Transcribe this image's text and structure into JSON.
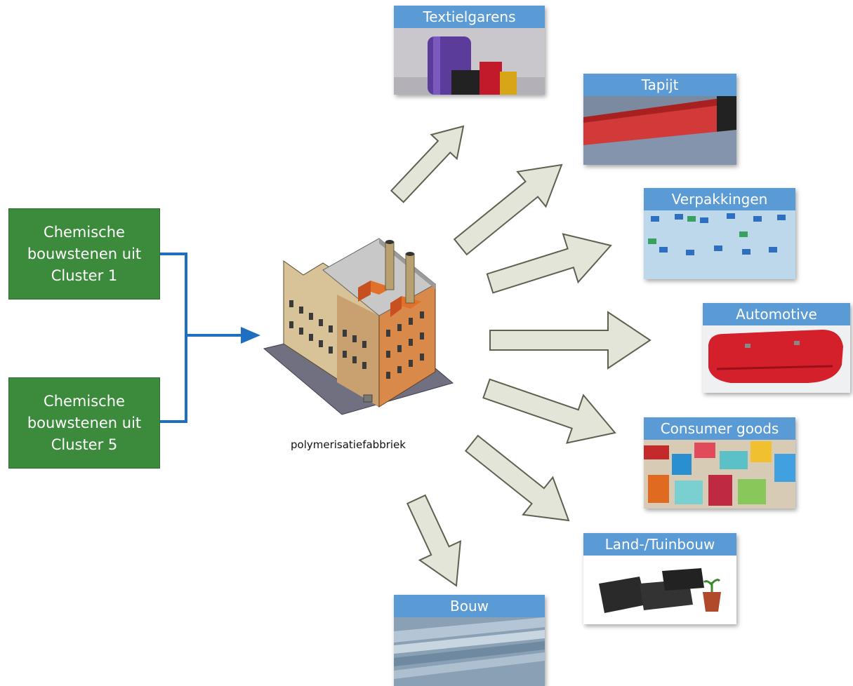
{
  "sources": [
    {
      "label": "Chemische\nbouwstenen uit\nCluster 1",
      "color": "#3c8b3c"
    },
    {
      "label": "Chemische\nbouwstenen uit\nCluster 5",
      "color": "#3c8b3c"
    }
  ],
  "center": {
    "label": "polymerisatiefabbriek",
    "icon": "factory-icon"
  },
  "products": [
    {
      "label": "Textielgarens",
      "icon": "thread-spools-image"
    },
    {
      "label": "Tapijt",
      "icon": "carpet-rolls-image"
    },
    {
      "label": "Verpakkingen",
      "icon": "plastic-bottles-image"
    },
    {
      "label": "Automotive",
      "icon": "car-bumper-image"
    },
    {
      "label": "Consumer goods",
      "icon": "plastic-containers-image"
    },
    {
      "label": "Land-/Tuinbouw",
      "icon": "crates-and-pot-image"
    },
    {
      "label": "Bouw",
      "icon": "building-sheets-image"
    }
  ],
  "colors": {
    "source_box": "#3c8b3c",
    "connector": "#1f6fc0",
    "arrow_fill": "#e3e5d8",
    "arrow_stroke": "#5c6250",
    "title_bar": "#5b9bd5"
  }
}
